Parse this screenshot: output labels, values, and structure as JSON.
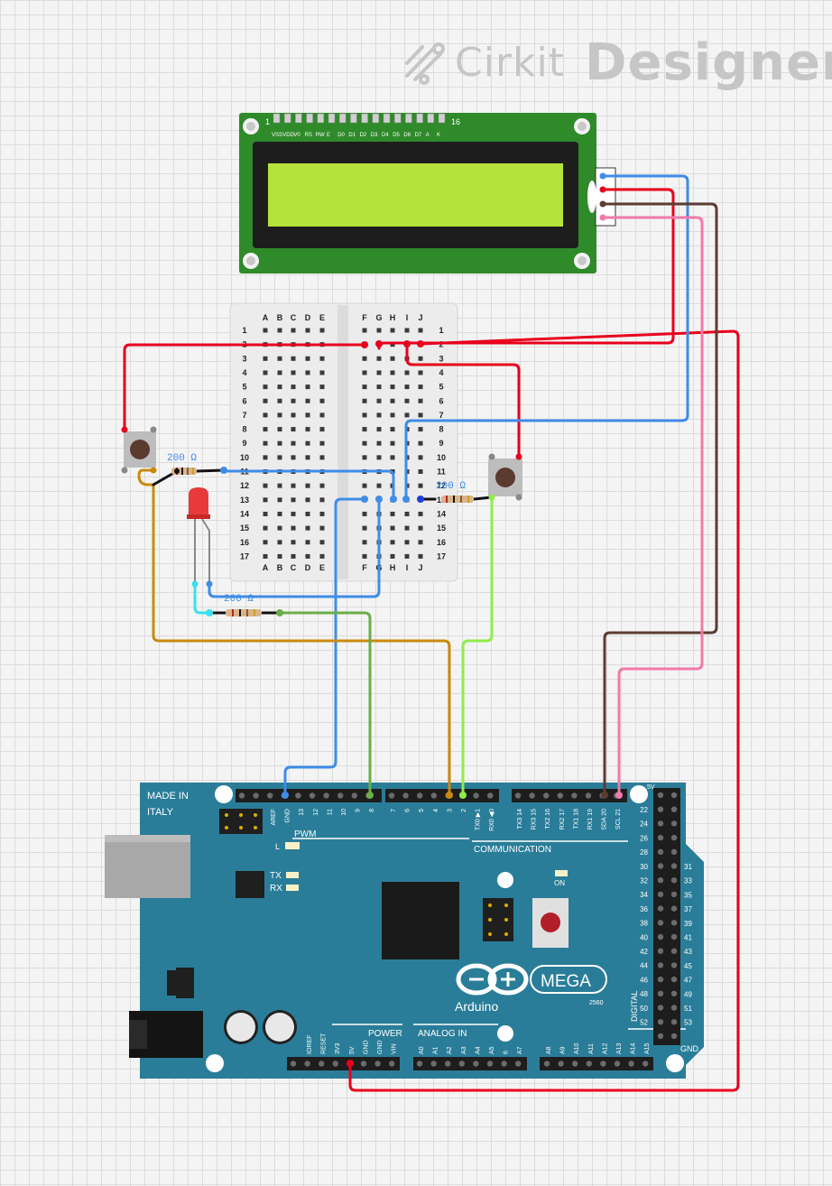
{
  "watermark": {
    "brand": "Cirkit",
    "product": "Designer"
  },
  "lcd": {
    "first_pin": "1",
    "last_pin": "16",
    "pin_labels": [
      "VSS",
      "VDD",
      "V0",
      "RS",
      "RW",
      "E",
      "D0",
      "D1",
      "D2",
      "D3",
      "D4",
      "D5",
      "D6",
      "D7",
      "A",
      "K"
    ]
  },
  "breadboard": {
    "columns_left": [
      "A",
      "B",
      "C",
      "D",
      "E"
    ],
    "columns_right": [
      "F",
      "G",
      "H",
      "I",
      "J"
    ],
    "rows": [
      "1",
      "2",
      "3",
      "4",
      "5",
      "6",
      "7",
      "8",
      "9",
      "10",
      "11",
      "12",
      "13",
      "14",
      "15",
      "16",
      "17"
    ]
  },
  "resistors": [
    {
      "id": "r1",
      "label": "200 Ω"
    },
    {
      "id": "r2",
      "label": "200 Ω"
    },
    {
      "id": "r3",
      "label": "200 Ω"
    }
  ],
  "arduino": {
    "made_in_line1": "MADE IN",
    "made_in_line2": "ITALY",
    "header_top_left": [
      "AREF",
      "GND",
      "13",
      "12",
      "11",
      "10",
      "9",
      "8"
    ],
    "header_top_mid": [
      "7",
      "6",
      "5",
      "4",
      "3",
      "2",
      "TX0 ▶1",
      "RX0 ◀0"
    ],
    "header_top_right": [
      "TX3 14",
      "RX3 15",
      "TX2 16",
      "RX2 17",
      "TX1 18",
      "RX1 19",
      "SDA 20",
      "SCL 21"
    ],
    "pwm_label": "PWM",
    "led_l_label": "L",
    "tx_label": "TX",
    "rx_label": "RX",
    "on_label": "ON",
    "communication_label": "COMMUNICATION",
    "power_label": "POWER",
    "analog_label": "ANALOG IN",
    "power_pins": [
      "IOREF",
      "RESET",
      "3V3",
      "5V",
      "GND",
      "GND",
      "VIN"
    ],
    "analog_pins": [
      "A0",
      "A1",
      "A2",
      "A3",
      "A4",
      "A5",
      "6",
      "A7",
      "A8",
      "A9",
      "A10",
      "A11",
      "A12",
      "A13",
      "A14",
      "A15"
    ],
    "brand": "Arduino",
    "model": "MEGA",
    "model_number": "2560",
    "digital_label": "DIGITAL",
    "fivev_label": "5V",
    "gnd_label": "GND",
    "right_pins_left": [
      "22",
      "24",
      "26",
      "28",
      "30",
      "32",
      "34",
      "36",
      "38",
      "40",
      "42",
      "44",
      "46",
      "48",
      "50",
      "52"
    ],
    "right_pins_right": [
      "31",
      "33",
      "35",
      "37",
      "39",
      "41",
      "43",
      "45",
      "47",
      "49",
      "51",
      "53"
    ]
  },
  "colors": {
    "red": "#e8001c",
    "blue": "#3f8ce8",
    "brown": "#5c3c32",
    "pink": "#f07aa8",
    "gold": "#c98a0e",
    "green": "#6aae48",
    "lime": "#8fec4a",
    "cyan": "#38e0f0",
    "black": "#111111",
    "board": "#2a7d98",
    "lcd_pcb": "#2f8a2a",
    "lcd_screen": "#b6e23c"
  }
}
